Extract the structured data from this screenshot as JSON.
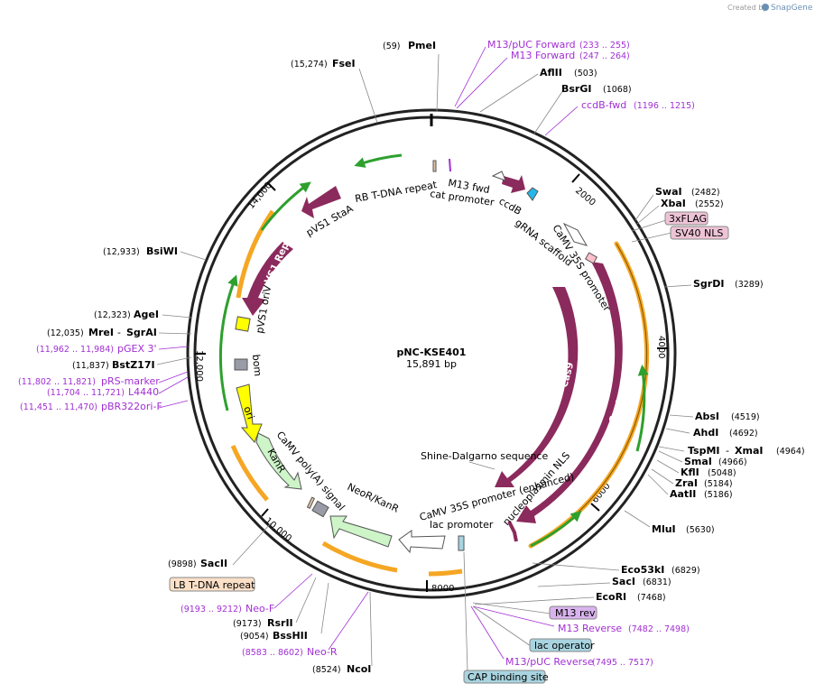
{
  "brand": {
    "created_by": "Created by",
    "app": "SnapGene"
  },
  "plasmid": {
    "name": "pNC-KSE401",
    "size": "15,891 bp"
  },
  "ticks": [
    "2000",
    "4000",
    "6000",
    "8000",
    "10,000",
    "12,000",
    "14,000"
  ],
  "sites_left": [
    {
      "pos": "(59)",
      "name": "PmeI"
    },
    {
      "pos": "(15,274)",
      "name": "FseI"
    },
    {
      "pos": "(12,933)",
      "name": "BsiWI"
    },
    {
      "pos": "(12,323)",
      "name": "AgeI"
    },
    {
      "pos": "(12,035)",
      "name": "MreI",
      "name2": "SgrAI"
    },
    {
      "pos": "(11,837)",
      "name": "BstZ17I"
    },
    {
      "pos": "(9898)",
      "name": "SacII"
    },
    {
      "pos": "(9173)",
      "name": "RsrII"
    },
    {
      "pos": "(9054)",
      "name": "BssHII"
    },
    {
      "pos": "(8524)",
      "name": "NcoI"
    }
  ],
  "sites_right": [
    {
      "name": "AflII",
      "pos": "(503)"
    },
    {
      "name": "BsrGI",
      "pos": "(1068)"
    },
    {
      "name": "SwaI",
      "pos": "(2482)"
    },
    {
      "name": "XbaI",
      "pos": "(2552)"
    },
    {
      "name": "SgrDI",
      "pos": "(3289)"
    },
    {
      "name": "AbsI",
      "pos": "(4519)"
    },
    {
      "name": "AhdI",
      "pos": "(4692)"
    },
    {
      "name": "TspMI",
      "name2": "XmaI",
      "pos": "(4964)"
    },
    {
      "name": "SmaI",
      "pos": "(4966)"
    },
    {
      "name": "KflI",
      "pos": "(5048)"
    },
    {
      "name": "ZraI",
      "pos": "(5184)"
    },
    {
      "name": "AatII",
      "pos": "(5186)"
    },
    {
      "name": "MluI",
      "pos": "(5630)"
    },
    {
      "name": "Eco53kI",
      "pos": "(6829)"
    },
    {
      "name": "SacI",
      "pos": "(6831)"
    },
    {
      "name": "EcoRI",
      "pos": "(7468)"
    }
  ],
  "primers": [
    {
      "name": "M13/pUC Forward",
      "range": "(233 .. 255)"
    },
    {
      "name": "M13 Forward",
      "range": "(247 .. 264)"
    },
    {
      "name": "ccdB-fwd",
      "range": "(1196 .. 1215)"
    },
    {
      "name": "pGEX 3'",
      "range": "(11,962 .. 11,984)"
    },
    {
      "name": "pRS-marker",
      "range": "(11,802 .. 11,821)"
    },
    {
      "name": "L4440",
      "range": "(11,704 .. 11,721)"
    },
    {
      "name": "pBR322ori-F",
      "range": "(11,451 .. 11,470)"
    },
    {
      "name": "Neo-F",
      "range": "(9193 .. 9212)"
    },
    {
      "name": "Neo-R",
      "range": "(8583 .. 8602)"
    },
    {
      "name": "M13 Reverse",
      "range": "(7482 .. 7498)"
    },
    {
      "name": "M13/pUC Reverse",
      "range": "(7495 .. 7517)"
    }
  ],
  "boxed_features": {
    "flag": "3xFLAG",
    "sv40": "SV40 NLS",
    "m13rev": "M13 rev",
    "lacop": "lac operator",
    "cap": "CAP binding site",
    "lb": "LB T-DNA repeat"
  },
  "inner_features": {
    "rb": "RB T-DNA repeat",
    "m13fwd": "M13 fwd",
    "cat": "cat promoter",
    "ccdb": "ccdB",
    "grna": "gRNA scaffold",
    "camv35s": "CaMV 35S promoter",
    "cas9_inner": "Cas9",
    "cas9_outer": "Cas9",
    "shine": "Shine-Dalgarno sequence",
    "camv35s_enh": "CaMV 35S promoter (enhanced)",
    "nls": "nucleoplasmin NLS",
    "lac": "lac promoter",
    "neokan": "NeoR/KanR",
    "polya": "CaMV poly(A) signal",
    "kanr": "KanR",
    "ori": "ori",
    "bom": "bom",
    "pvs1ori": "pVS1 oriV",
    "repa": "pVS1 RepA",
    "staa": "pVS1 StaA"
  },
  "colors": {
    "cas9": "#8b2a5c",
    "kanr": "#cdf5c8",
    "ori": "#ffff00",
    "ccdb": "#24b8e8",
    "orange": "#f5a623",
    "green": "#2ea02e",
    "primer": "#a12fd4"
  }
}
